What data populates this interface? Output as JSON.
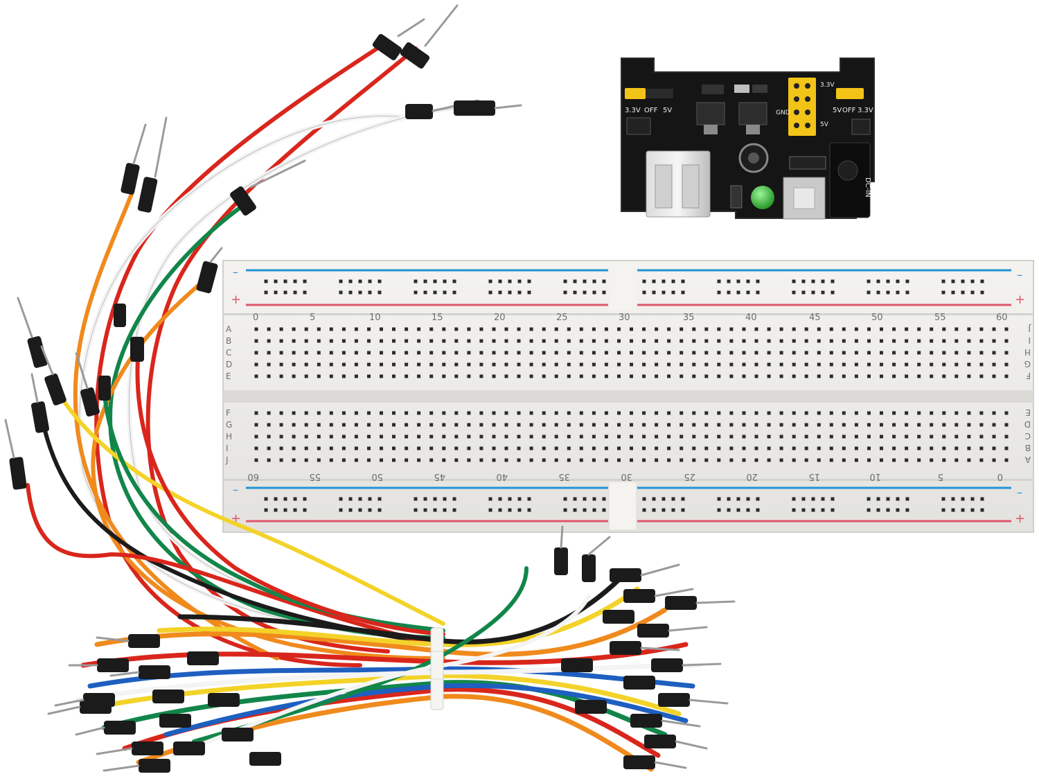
{
  "power_module": {
    "header_labels": {
      "left": [
        "3.3V",
        "OFF",
        "5V"
      ],
      "right": [
        "5V",
        "OFF",
        "3.3V"
      ]
    },
    "jumper_labels": {
      "v33": "3.3V",
      "gnd": "GND",
      "v5": "5V"
    },
    "dc_label": "DC-IN"
  },
  "breadboard": {
    "rail_labels": {
      "minus": "–",
      "plus": "+"
    },
    "column_numbers": [
      "0",
      "5",
      "10",
      "15",
      "20",
      "25",
      "30",
      "35",
      "40",
      "45",
      "50",
      "55",
      "60"
    ],
    "top_row_letters": [
      "A",
      "B",
      "C",
      "D",
      "E"
    ],
    "top_row_letters_right": [
      "J",
      "I",
      "H",
      "G",
      "F"
    ],
    "bottom_row_letters": [
      "F",
      "G",
      "H",
      "I",
      "J"
    ],
    "bottom_row_letters_right": [
      "E",
      "D",
      "C",
      "B",
      "A"
    ]
  },
  "colors": {
    "board_body": "#ecebe8",
    "rail_blue": "#1f93d4",
    "rail_red": "#e0566a",
    "pcb": "#151515",
    "header_yellow": "#f2c418",
    "led_green": "#35c335",
    "wire_red": "#d9261c",
    "wire_orange": "#f08a1d",
    "wire_yellow": "#f3d32a",
    "wire_green": "#12864a",
    "wire_blue": "#1e5fc0",
    "wire_white": "#f4f4f4",
    "wire_black": "#1b1b1b"
  }
}
